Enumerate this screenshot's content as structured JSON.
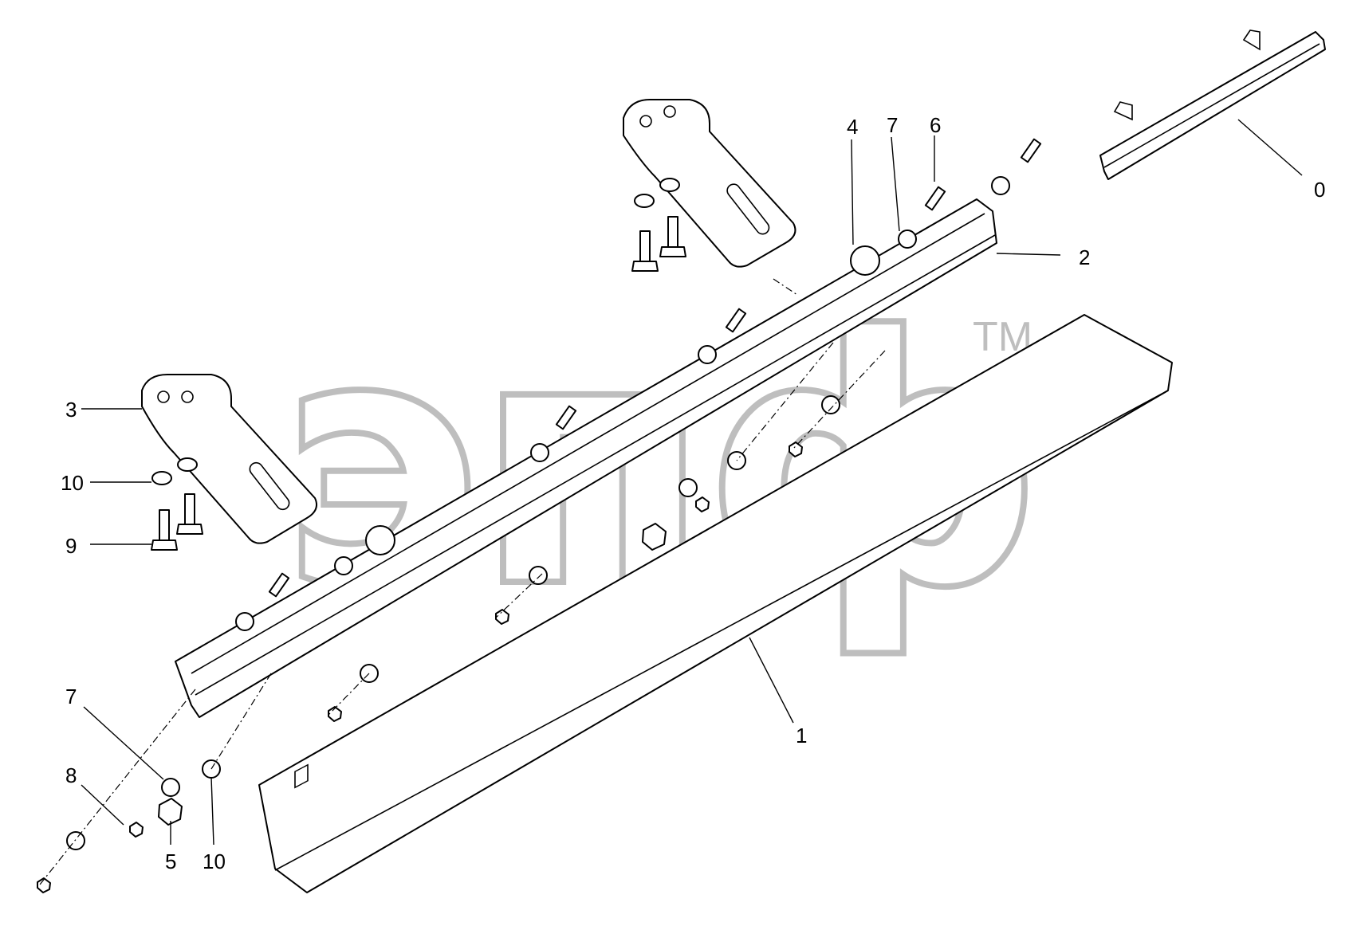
{
  "watermark": {
    "text": "эпф",
    "tm": "TM"
  },
  "callouts": [
    {
      "id": "c0",
      "text": "0"
    },
    {
      "id": "c1",
      "text": "1"
    },
    {
      "id": "c2",
      "text": "2"
    },
    {
      "id": "c3",
      "text": "3"
    },
    {
      "id": "c4",
      "text": "4"
    },
    {
      "id": "c5",
      "text": "5"
    },
    {
      "id": "c6",
      "text": "6"
    },
    {
      "id": "c7a",
      "text": "7"
    },
    {
      "id": "c7b",
      "text": "7"
    },
    {
      "id": "c8",
      "text": "8"
    },
    {
      "id": "c9",
      "text": "9"
    },
    {
      "id": "c10a",
      "text": "10"
    },
    {
      "id": "c10b",
      "text": "10"
    }
  ]
}
